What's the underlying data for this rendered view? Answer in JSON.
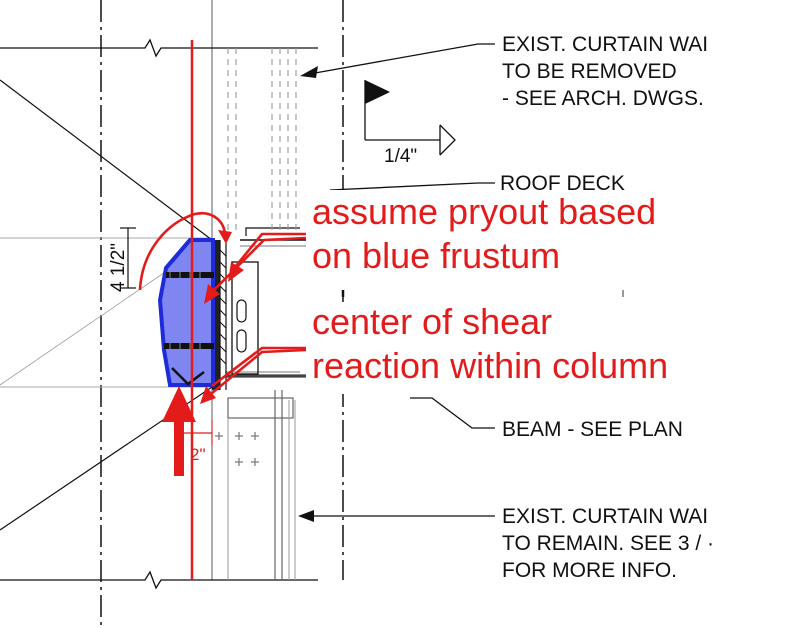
{
  "notes": {
    "curtain_wall_removed": [
      "EXIST. CURTAIN WAI",
      "TO BE REMOVED",
      "- SEE ARCH. DWGS."
    ],
    "weld_size": "1/4\"",
    "roof_deck": "ROOF DECK",
    "beam": "BEAM - SEE PLAN",
    "curtain_wall_remain": [
      "EXIST. CURTAIN WAI",
      "TO REMAIN. SEE 3 / ·",
      "FOR MORE INFO."
    ]
  },
  "annotations": {
    "pryout": [
      "assume pryout based",
      "on blue frustum"
    ],
    "shear": [
      "center of shear",
      "reaction within column"
    ]
  },
  "dimensions": {
    "vertical": "4 1/2\"",
    "red": "2\""
  },
  "colors": {
    "markup_red": "#e31b1b",
    "frustum_blue": "#1d2bd8",
    "frustum_fill": "#7f86f2",
    "line_black": "#111111",
    "line_gray": "#9a9a9a"
  }
}
